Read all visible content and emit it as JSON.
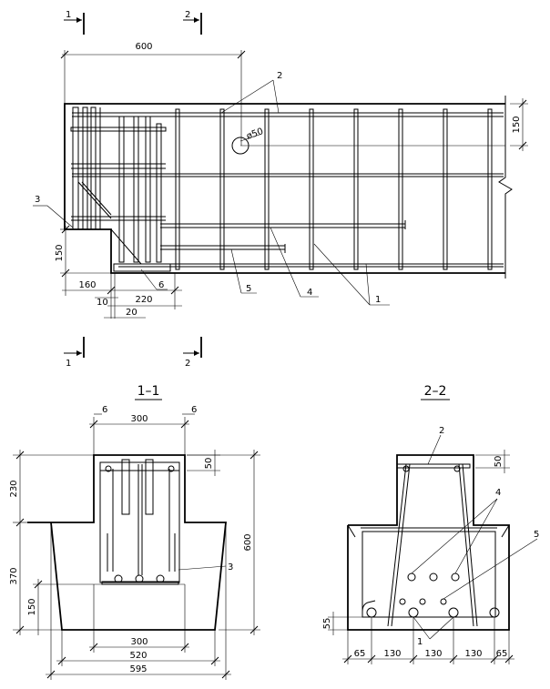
{
  "section_marks": {
    "one": "1",
    "two": "2"
  },
  "elevation": {
    "dim_600": "600",
    "dim_150_top": "150",
    "dim_150_left": "150",
    "dim_160": "160",
    "dim_10": "10",
    "dim_220": "220",
    "dim_20": "20",
    "hole": "ø50",
    "callouts": {
      "c2": "2",
      "c3": "3",
      "c6": "6",
      "c5": "5",
      "c4": "4",
      "c1": "1"
    }
  },
  "section_1": {
    "title": "1–1",
    "dim_300_top": "300",
    "dim_6_left": "6",
    "dim_6_right": "6",
    "dim_50": "50",
    "dim_230": "230",
    "dim_370": "370",
    "dim_150": "150",
    "dim_600": "600",
    "dim_300_bottom": "300",
    "dim_520": "520",
    "dim_595": "595",
    "callout_3": "3"
  },
  "section_2": {
    "title": "2–2",
    "dim_50": "50",
    "dim_55": "55",
    "bottom_dims": [
      "65",
      "130",
      "130",
      "130",
      "65"
    ],
    "callouts": {
      "c2": "2",
      "c4": "4",
      "c5": "5",
      "c1": "1"
    }
  }
}
